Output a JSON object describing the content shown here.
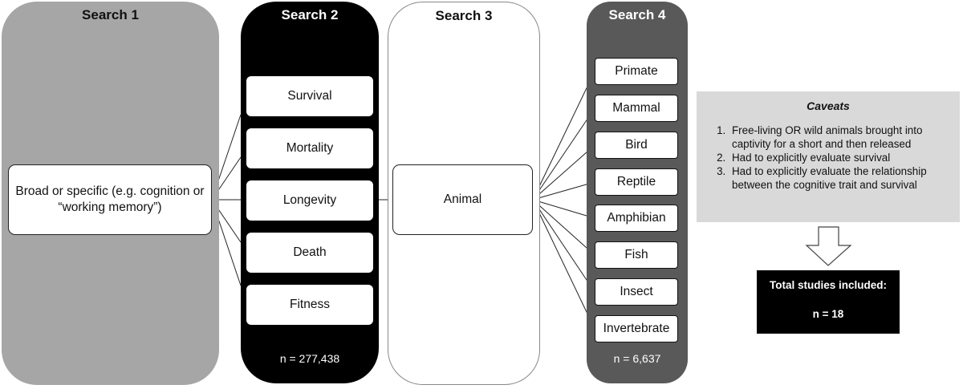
{
  "search1": {
    "title": "Search 1",
    "box": "Broad or specific (e.g. cognition or “working memory”)",
    "color": "#a6a6a6"
  },
  "search2": {
    "title": "Search 2",
    "terms": [
      "Survival",
      "Mortality",
      "Longevity",
      "Death",
      "Fitness"
    ],
    "count": "n = 277,438",
    "color": "#000000"
  },
  "search3": {
    "title": "Search 3",
    "box": "Animal",
    "color": "#ffffff"
  },
  "search4": {
    "title": "Search 4",
    "terms": [
      "Primate",
      "Mammal",
      "Bird",
      "Reptile",
      "Amphibian",
      "Fish",
      "Insect",
      "Invertebrate"
    ],
    "count": "n = 6,637",
    "color": "#595959"
  },
  "caveats": {
    "title": "Caveats",
    "items": [
      "Free-living OR wild animals brought into captivity for a short and then released",
      "Had to explicitly evaluate survival",
      "Had to explicitly evaluate the relationship between the cognitive trait and survival"
    ],
    "color": "#d9d9d9"
  },
  "total": {
    "label": "Total studies included:",
    "count": "n = 18"
  }
}
